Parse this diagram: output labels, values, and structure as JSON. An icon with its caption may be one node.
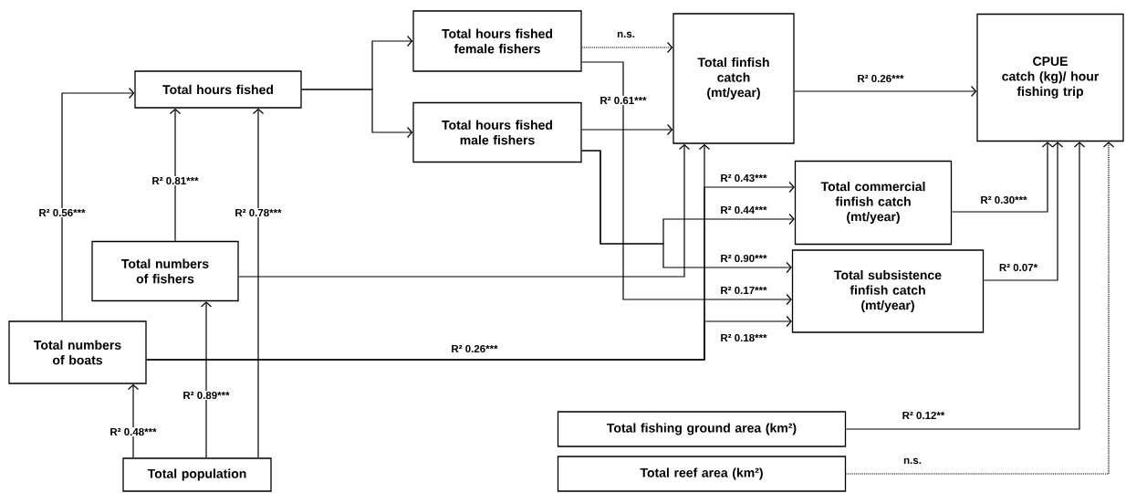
{
  "diagram": {
    "nodes": [
      {
        "text": [
          "Total hours fished"
        ]
      },
      {
        "text": [
          "Total hours fished female fishers"
        ]
      },
      {
        "text": [
          "Total hours fished male fishers"
        ]
      },
      {
        "text": [
          "Total finfish catch (mt/year)"
        ]
      },
      {
        "text": [
          "CPUE",
          "catch (kg)/ hour fishing trip"
        ]
      },
      {
        "text": [
          "Total commercial finfish catch (mt/year)"
        ]
      },
      {
        "text": [
          "Total subsistence finfish catch (mt/year)"
        ]
      },
      {
        "text": [
          "Total numbers of fishers"
        ]
      },
      {
        "text": [
          "Total numbers of boats"
        ]
      },
      {
        "text": [
          "Total population"
        ]
      },
      {
        "text": [
          "Total fishing ground area (km²)"
        ]
      },
      {
        "text": [
          "Total reef area (km²)"
        ]
      }
    ],
    "edges": [
      {
        "from": 0,
        "to": 1,
        "arrow": "to"
      },
      {
        "from": 0,
        "to": 2,
        "arrow": "to"
      },
      {
        "from": 1,
        "to": 3,
        "arrow": "to",
        "label": "n.s.",
        "style": "dashed"
      },
      {
        "from": 2,
        "to": 3,
        "arrow": "to"
      },
      {
        "from": 3,
        "to": 4,
        "arrow": "to",
        "label": "R² 0.26***"
      },
      {
        "from": 7,
        "to": 3,
        "arrow": "to"
      },
      {
        "from": 8,
        "to": 3,
        "arrow": "to",
        "label": "R² 0.26***"
      },
      {
        "from": 8,
        "to": 5,
        "arrow": "to",
        "label": "R² 0.43***"
      },
      {
        "from": 2,
        "to": 5,
        "arrow": "to",
        "label": "R² 0.44***"
      },
      {
        "from": 2,
        "to": 6,
        "arrow": "to",
        "label": "R² 0.90***"
      },
      {
        "from": 1,
        "to": 6,
        "arrow": "to",
        "label": "R² 0.61***"
      },
      {
        "from": 8,
        "to": 6,
        "arrow": "to",
        "label": "R² 0.18***"
      },
      {
        "from": 5,
        "to": 4,
        "arrow": "to",
        "label": "R² 0.30***"
      },
      {
        "from": 6,
        "to": 4,
        "arrow": "to",
        "label": "R² 0.07*"
      },
      {
        "from": 10,
        "to": 4,
        "arrow": "to",
        "label": "R² 0.12**"
      },
      {
        "from": 11,
        "to": 4,
        "arrow": "to",
        "label": "n.s.",
        "style": "dashed"
      },
      {
        "from": 8,
        "to": 0,
        "arrow": "to",
        "label": "R² 0.56***"
      },
      {
        "from": 7,
        "to": 0,
        "arrow": "to",
        "label": "R² 0.81***"
      },
      {
        "from": 9,
        "to": 0,
        "arrow": "to",
        "label": "R² 0.78***"
      },
      {
        "from": 9,
        "to": 7,
        "arrow": "to",
        "label": "R² 0.89***"
      },
      {
        "from": 9,
        "to": 8,
        "arrow": "to",
        "label": "R² 0.48***"
      }
    ],
    "labels": [
      "R² 0.17***"
    ]
  }
}
